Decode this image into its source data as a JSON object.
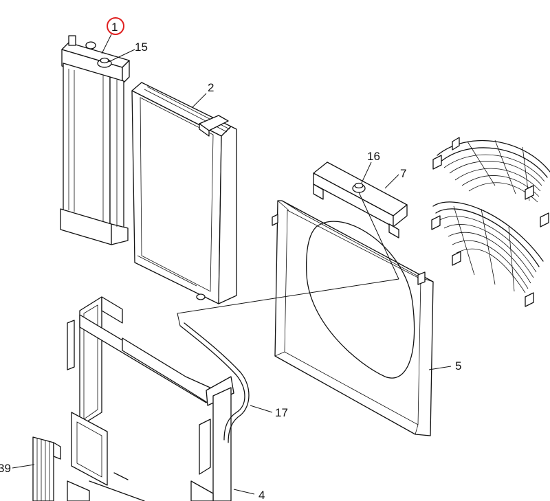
{
  "diagram": {
    "callouts": {
      "c1": "1",
      "c15": "15",
      "c2": "2",
      "c16": "16",
      "c7": "7",
      "c5": "5",
      "c17": "17",
      "c4": "4",
      "c39": "39"
    },
    "highlight_color": "#e02020",
    "highlighted_callout": "1"
  }
}
